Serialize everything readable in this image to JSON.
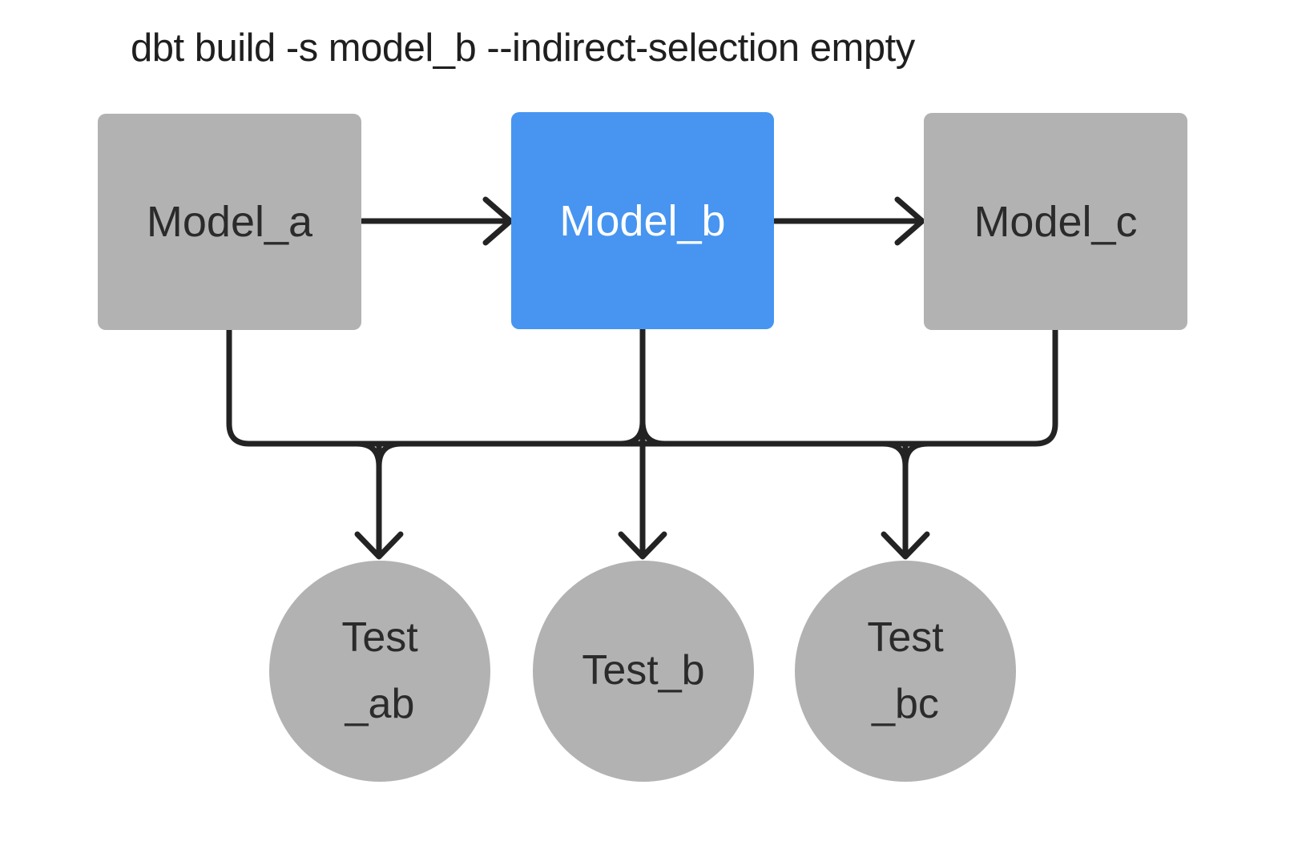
{
  "title": "dbt build -s model_b --indirect-selection empty",
  "colors": {
    "background": "#ffffff",
    "node_gray": "#b2b2b2",
    "node_selected_blue": "#4795f1",
    "edge": "#232323",
    "text_dark": "#2b2b2b",
    "text_light": "#ffffff",
    "title_color": "#1f1f1f"
  },
  "models": [
    {
      "id": "model_a",
      "label": "Model_a",
      "selected": false
    },
    {
      "id": "model_b",
      "label": "Model_b",
      "selected": true
    },
    {
      "id": "model_c",
      "label": "Model_c",
      "selected": false
    }
  ],
  "tests": [
    {
      "id": "test_ab",
      "lines": [
        "Test",
        "_ab"
      ]
    },
    {
      "id": "test_b",
      "lines": [
        "Test_b"
      ]
    },
    {
      "id": "test_bc",
      "lines": [
        "Test",
        "_bc"
      ]
    }
  ],
  "edges": [
    {
      "from": "model_a",
      "to": "model_b"
    },
    {
      "from": "model_b",
      "to": "model_c"
    },
    {
      "from": "model_a",
      "to": "test_ab"
    },
    {
      "from": "model_b",
      "to": "test_ab"
    },
    {
      "from": "model_b",
      "to": "test_b"
    },
    {
      "from": "model_b",
      "to": "test_bc"
    },
    {
      "from": "model_c",
      "to": "test_bc"
    }
  ]
}
